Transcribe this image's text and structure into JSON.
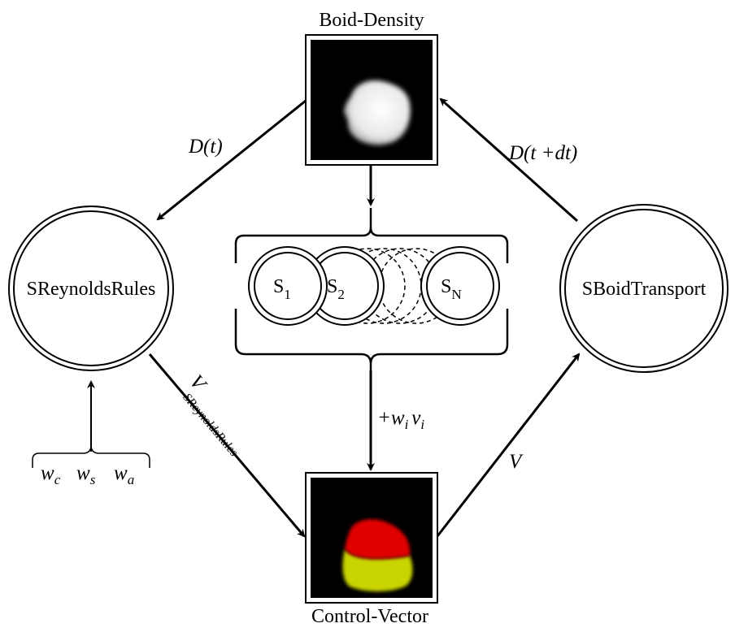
{
  "nodes": {
    "density_title": "Boid-Density",
    "control_title": "Control-Vector",
    "reynolds": "SReynoldsRules",
    "transport": "SBoidTransport",
    "s1": {
      "base": "S",
      "sub": "1"
    },
    "s2": {
      "base": "S",
      "sub": "2"
    },
    "sn": {
      "base": "S",
      "sub": "N"
    }
  },
  "edges": {
    "d_t": "D(t)",
    "d_tdt": "D(t +dt)",
    "v_reynolds": {
      "base": "V",
      "sub": "SReynoldsRules"
    },
    "v": "V",
    "sum": {
      "plus": "+",
      "w": "w",
      "w_sub": "i",
      "v": "v",
      "v_sub": "i"
    }
  },
  "weights": [
    {
      "base": "w",
      "sub": "c"
    },
    {
      "base": "w",
      "sub": "s"
    },
    {
      "base": "w",
      "sub": "a"
    }
  ],
  "colors": {
    "image_bg": "#000000",
    "density_blob": "#ffffff",
    "vector_red": "#e00000",
    "vector_yellow": "#c9d400"
  }
}
